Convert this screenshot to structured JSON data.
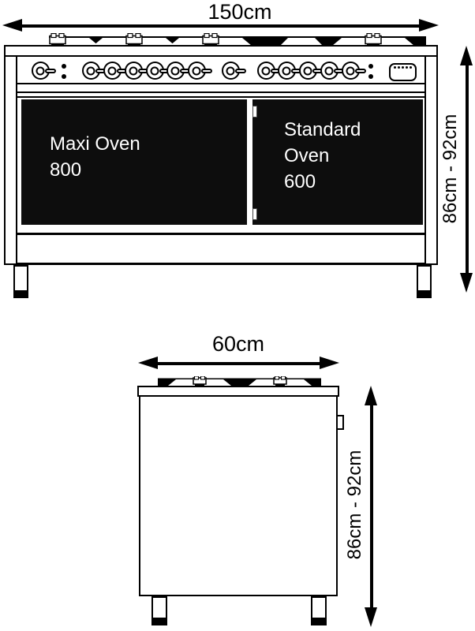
{
  "front_view": {
    "width_label": "150cm",
    "height_label": "86cm - 92cm",
    "maxi_oven": {
      "line1": "Maxi Oven",
      "line2": "800"
    },
    "standard_oven": {
      "line1": "Standard",
      "line2": "Oven",
      "line3": "600"
    },
    "control_panel": {
      "knob_count": 13
    }
  },
  "side_view": {
    "width_label": "60cm",
    "height_label": "86cm - 92cm"
  },
  "icons": {
    "knob": "control-knob",
    "indicator_dots": "indicator-dots",
    "clock_display": "clock-display",
    "burner_grate": "burner-grate",
    "dimension_arrow": "double-headed-arrow"
  },
  "colors": {
    "outline": "#000000",
    "door": "#0d0d0d",
    "door_text": "#ffffff",
    "background": "#ffffff"
  }
}
